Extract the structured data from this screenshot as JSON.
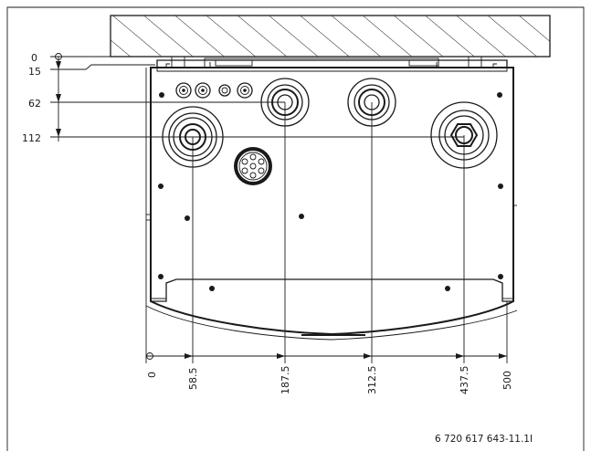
{
  "drawing": {
    "vertical_dimensions": [
      "0",
      "15",
      "62",
      "112"
    ],
    "horizontal_dimensions": [
      "0",
      "58.5",
      "187.5",
      "312.5",
      "437.5",
      "500"
    ],
    "reference_number": "6 720 617 643-11.1I"
  }
}
